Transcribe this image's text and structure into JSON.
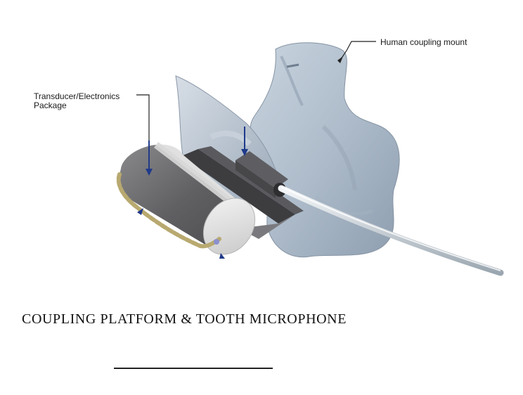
{
  "figure": {
    "caption": "COUPLING PLATFORM & TOOTH MICROPHONE",
    "callouts": [
      {
        "id": "mount",
        "text": "Human coupling mount"
      },
      {
        "id": "transducer",
        "text": "Transducer/Electronics Package"
      }
    ]
  },
  "diagram": {
    "components": [
      "human-coupling-mount",
      "transducer-electronics-package",
      "coupling-platform-bar",
      "tooth-microphone",
      "cable"
    ],
    "colors": {
      "mount": "#b9c6d3",
      "mount_shadow": "#7f8fa0",
      "cylinder_body": "#6f6f72",
      "cylinder_cap": "#e6e6e6",
      "chain": "#b8a970",
      "arrow": "#1f3a8a",
      "leader_line": "#222222",
      "cable": "#e8eef2"
    }
  }
}
